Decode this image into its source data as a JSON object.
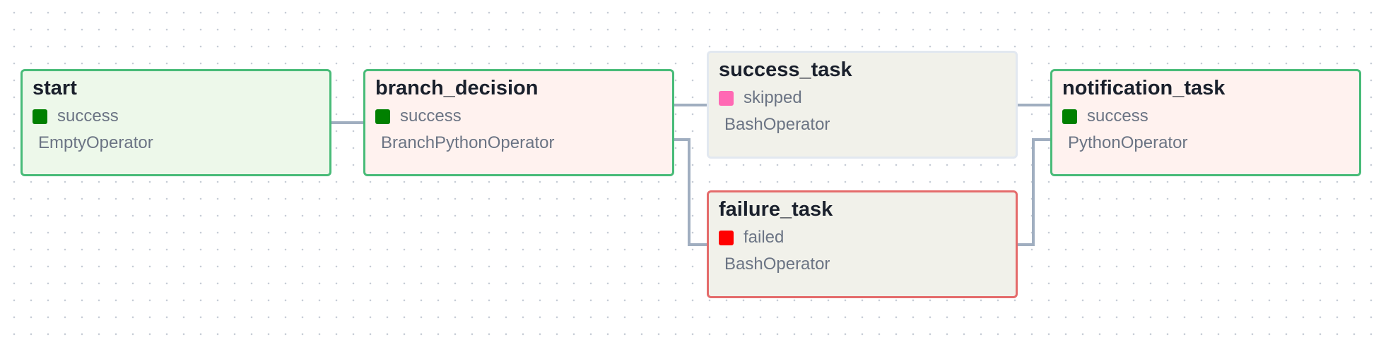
{
  "graph": {
    "nodes": [
      {
        "id": "start",
        "title": "start",
        "status": "success",
        "operator": "EmptyOperator",
        "fill": "#edf8ea",
        "border": "#48bb78",
        "status_color": "#008000"
      },
      {
        "id": "branch_decision",
        "title": "branch_decision",
        "status": "success",
        "operator": "BranchPythonOperator",
        "fill": "#fff2ef",
        "border": "#48bb78",
        "status_color": "#008000"
      },
      {
        "id": "success_task",
        "title": "success_task",
        "status": "skipped",
        "operator": "BashOperator",
        "fill": "#f1f1ea",
        "border": "#e2e8f0",
        "status_color": "#ff69b4"
      },
      {
        "id": "failure_task",
        "title": "failure_task",
        "status": "failed",
        "operator": "BashOperator",
        "fill": "#f1f1ea",
        "border": "#e46b6b",
        "status_color": "#ff0000"
      },
      {
        "id": "notification_task",
        "title": "notification_task",
        "status": "success",
        "operator": "PythonOperator",
        "fill": "#fff2ef",
        "border": "#48bb78",
        "status_color": "#008000"
      }
    ],
    "edges": [
      {
        "from": "start",
        "to": "branch_decision"
      },
      {
        "from": "branch_decision",
        "to": "success_task"
      },
      {
        "from": "branch_decision",
        "to": "failure_task"
      },
      {
        "from": "success_task",
        "to": "notification_task"
      },
      {
        "from": "failure_task",
        "to": "notification_task"
      }
    ],
    "edge_color": "#a0aec0",
    "canvas_dot_color": "#c6ccd6"
  }
}
